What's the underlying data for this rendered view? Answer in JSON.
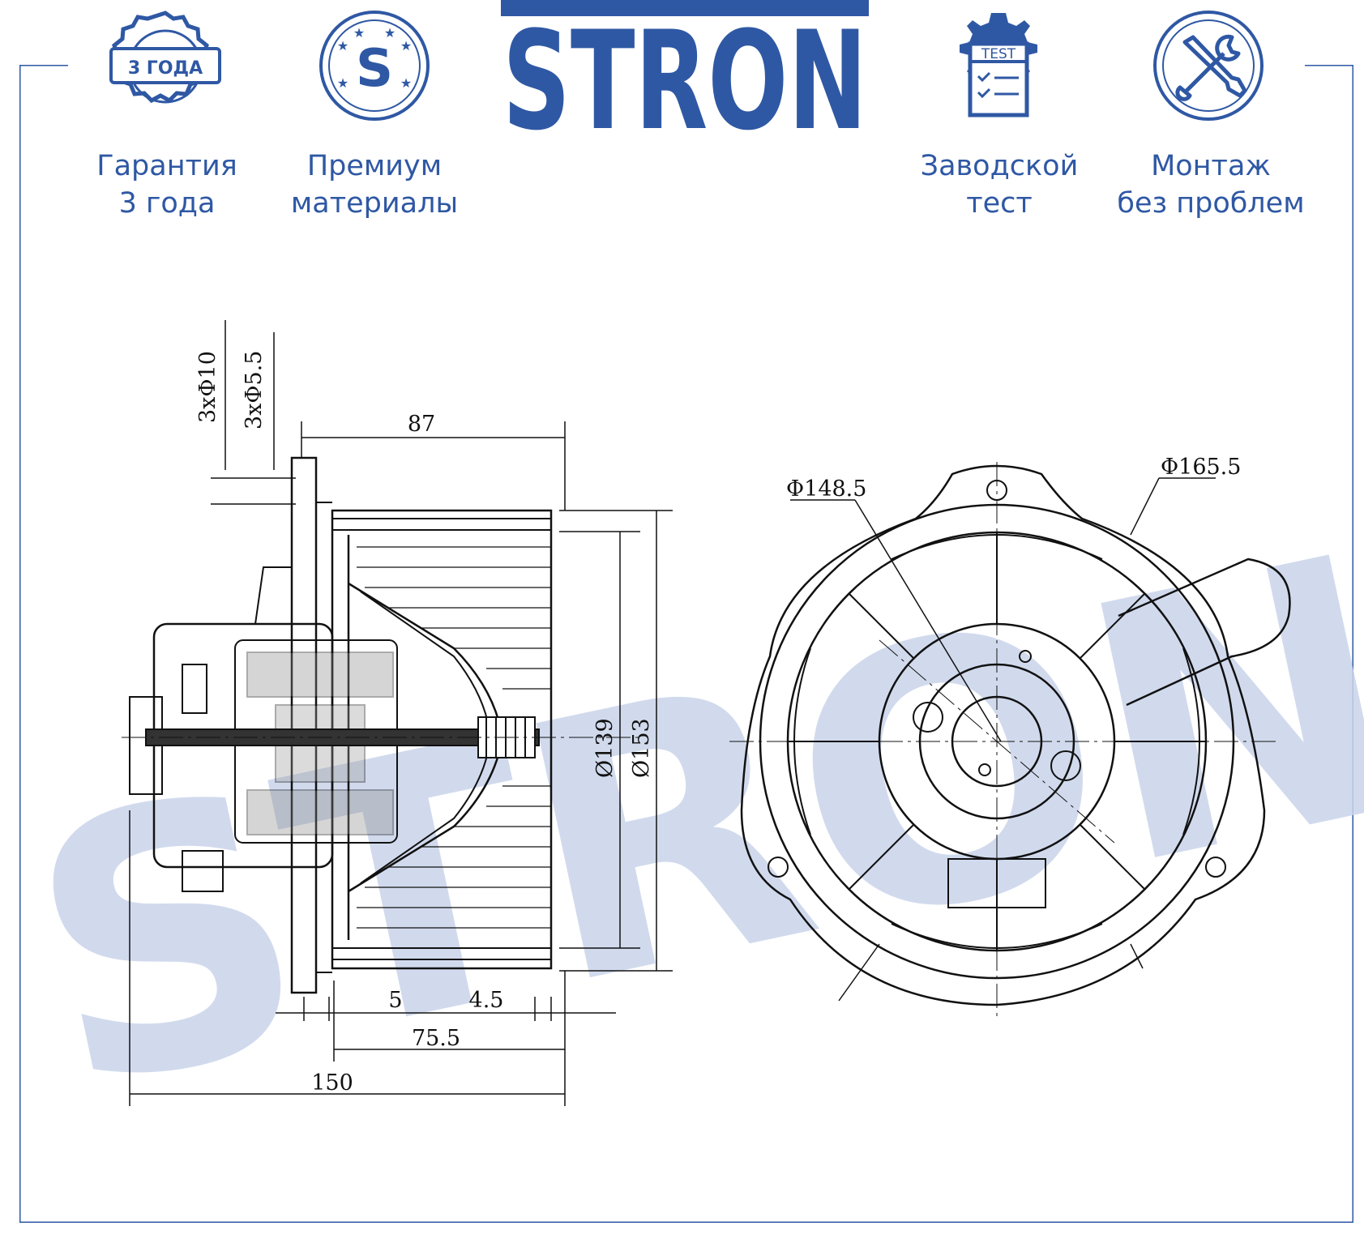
{
  "brand": {
    "logo_text": "STRON",
    "watermark_text": "STRON",
    "color": "#2f58a4",
    "watermark_color": "#c9d4ea"
  },
  "features": [
    {
      "icon": "warranty-seal-icon",
      "badge_text": "3 ГОДА",
      "line1": "Гарантия",
      "line2": "3 года"
    },
    {
      "icon": "premium-s-stars-icon",
      "badge_text": "S",
      "line1": "Премиум",
      "line2": "материалы"
    },
    {
      "icon": "factory-test-gear-icon",
      "badge_text": "TEST",
      "line1": "Заводской",
      "line2": "тест"
    },
    {
      "icon": "tools-wrench-screwdriver-icon",
      "badge_text": "",
      "line1": "Монтаж",
      "line2": "без проблем"
    }
  ],
  "dimensions": {
    "hole_small": "3xΦ10",
    "hole_large": "3xΦ5.5",
    "depth_top": "87",
    "dia_inner": "Ø139",
    "dia_outer": "Ø153",
    "gap_left": "5",
    "gap_right": "4.5",
    "width_body": "75.5",
    "width_total": "150",
    "dia_ring": "Φ148.5",
    "dia_flange": "Φ165.5"
  }
}
